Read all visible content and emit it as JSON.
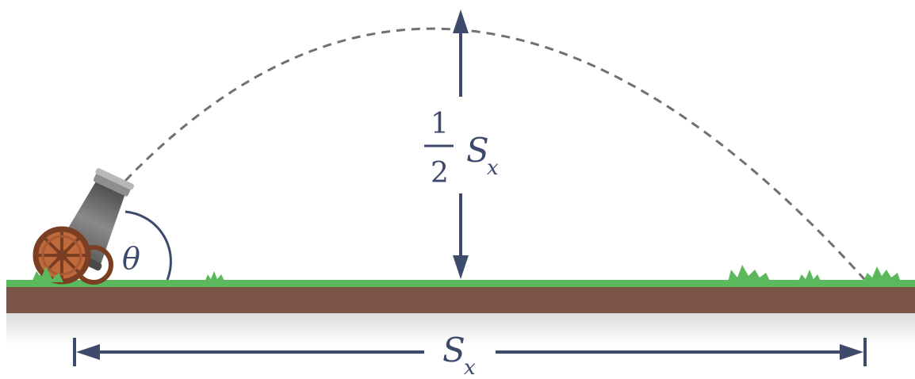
{
  "diagram": {
    "angle_label": "θ",
    "height_label": {
      "numerator": "1",
      "denominator": "2",
      "symbol": "S",
      "subscript": "x"
    },
    "range_label": {
      "symbol": "S",
      "subscript": "x"
    }
  },
  "colors": {
    "arrow": "#3d4a6b",
    "trajectory": "#707070",
    "grass": "#5cb85c",
    "soil": "#7a5548",
    "shadow": "#e6e6e6",
    "cannon_barrel": "#6a6a6a",
    "wheel": "#8b4a2b"
  },
  "icons": [
    "cannon-icon",
    "grass-tuft-icon"
  ]
}
